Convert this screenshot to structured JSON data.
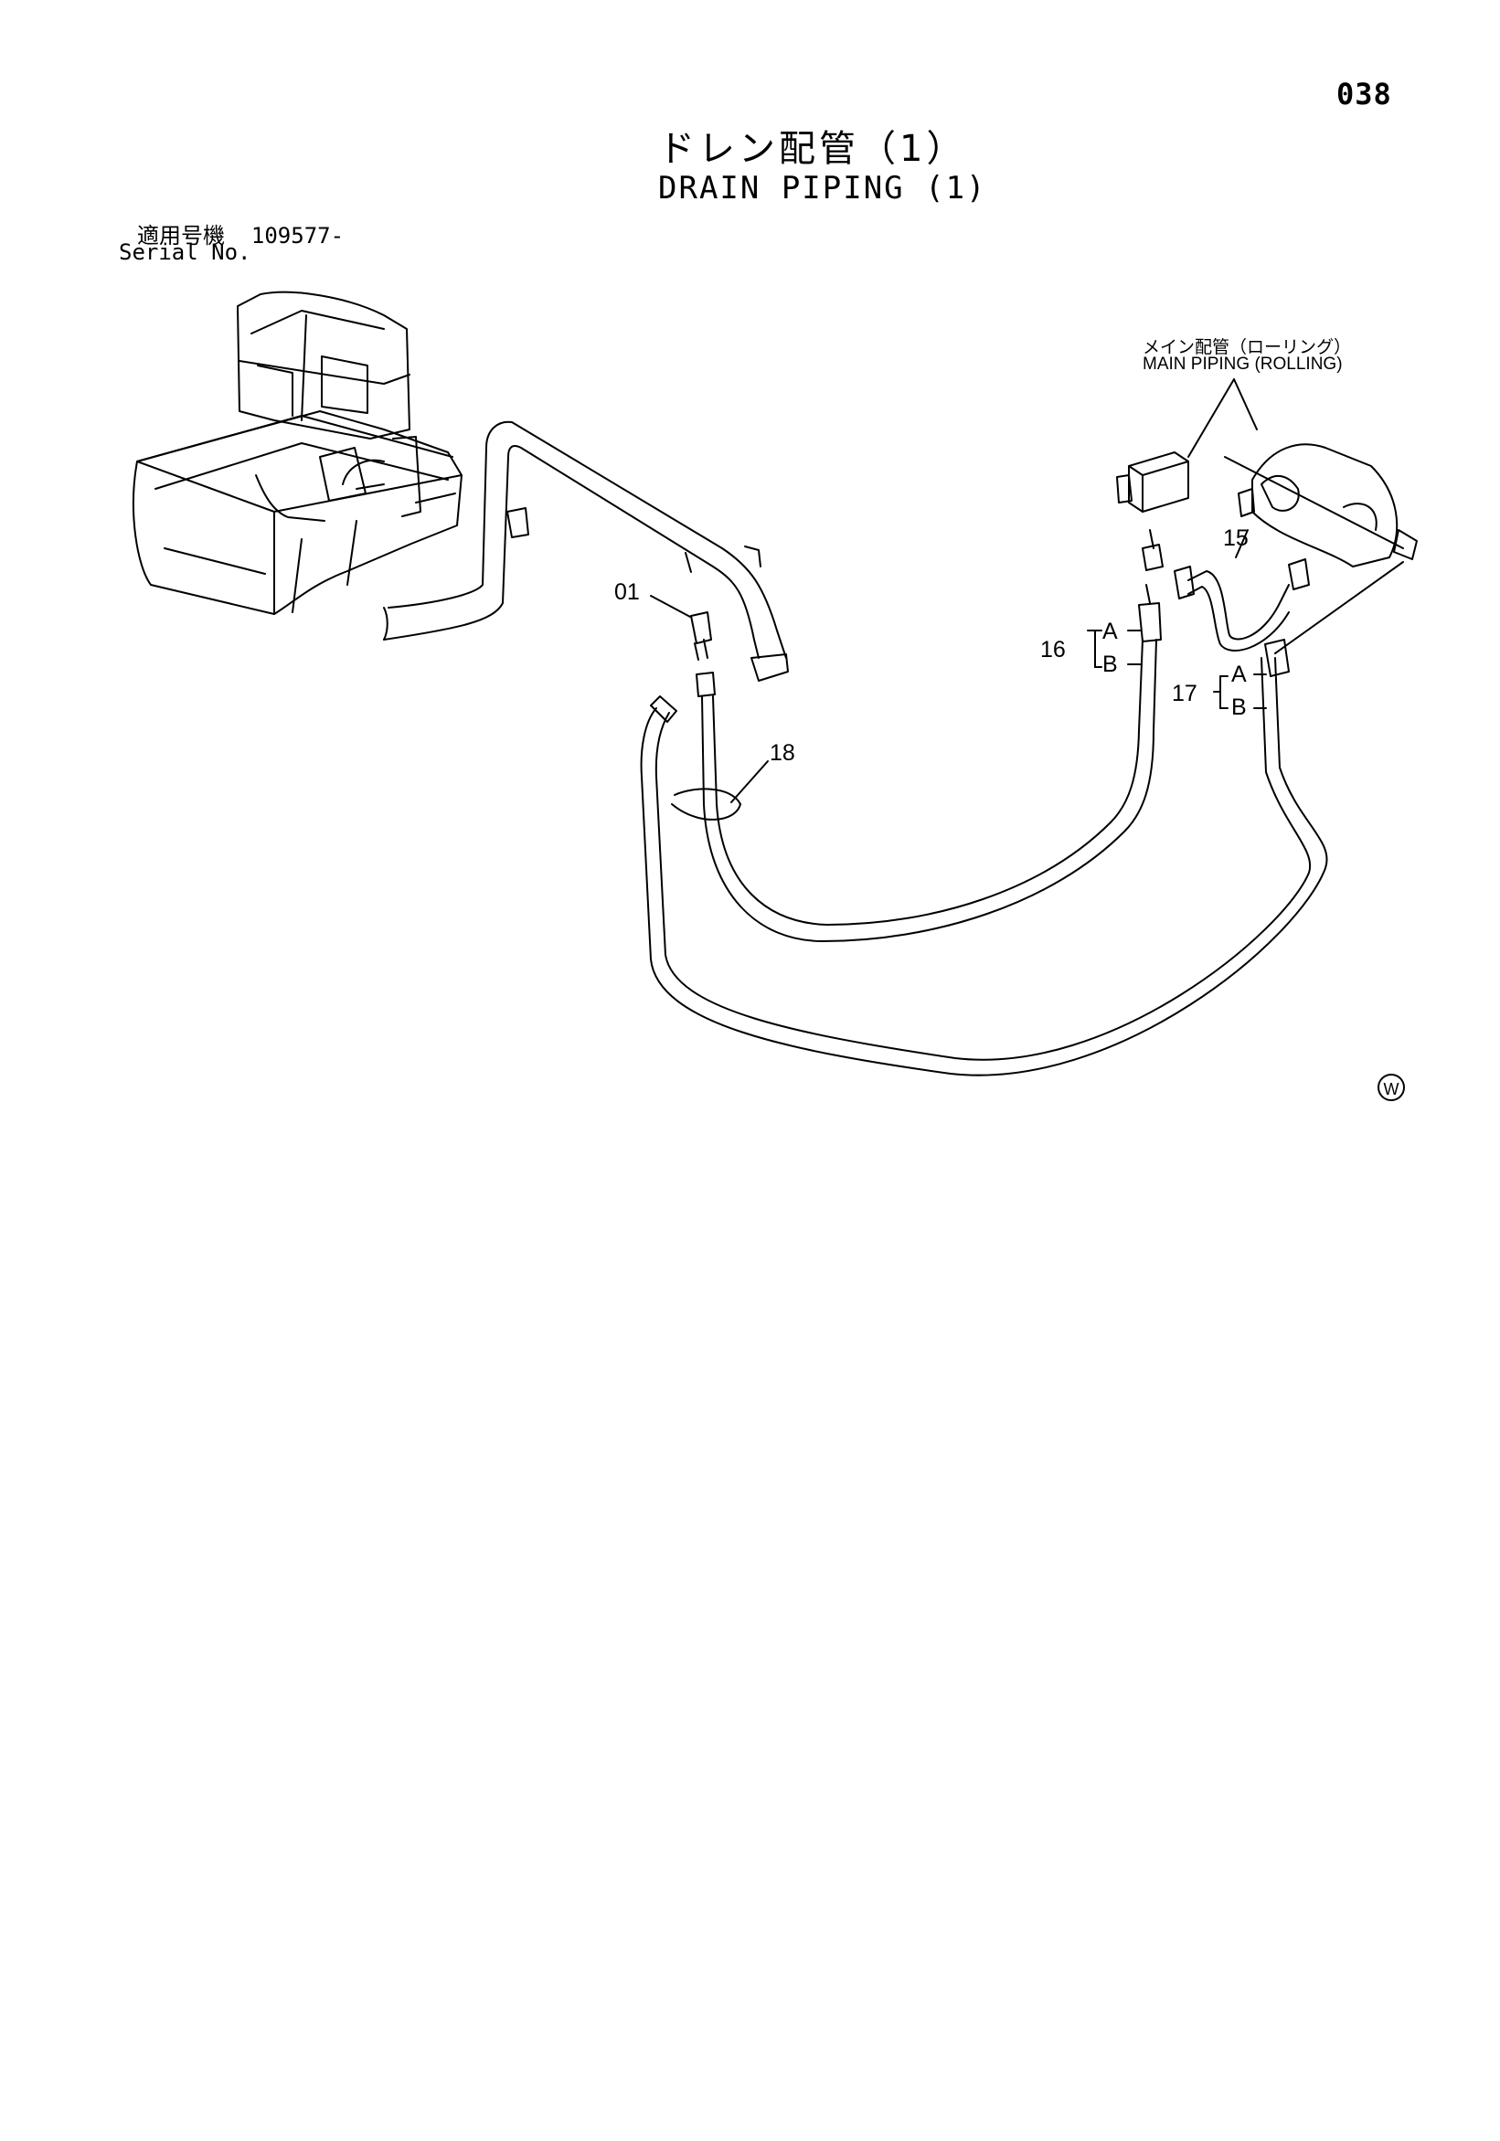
{
  "page": {
    "number": "038"
  },
  "title": {
    "japanese": "ドレン配管（1）",
    "english": "DRAIN PIPING (1)"
  },
  "serial": {
    "japanese_label": "適用号機",
    "number": "109577-",
    "english_label": "Serial No."
  },
  "reference": {
    "japanese": "メイン配管（ローリング）",
    "english": "MAIN PIPING (ROLLING)"
  },
  "callouts": {
    "c01": "01",
    "c15": "15",
    "c16": "16",
    "c17": "17",
    "c18": "18",
    "a16": "A",
    "b16": "B",
    "a17": "A",
    "b17": "B"
  },
  "mark": {
    "symbol": "W"
  }
}
